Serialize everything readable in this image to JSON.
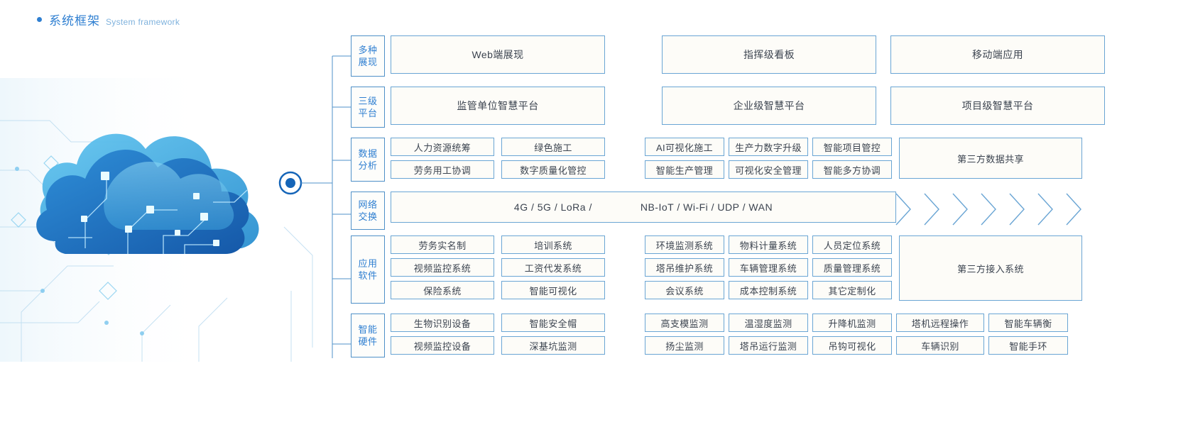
{
  "heading": {
    "bullet": "bullet-dot",
    "title_cn": "系统框架",
    "title_en": "System framework"
  },
  "rows": [
    {
      "tag": [
        "多种",
        "展现"
      ],
      "kind": "triple",
      "items": [
        "Web端展现",
        "指挥级看板",
        "移动端应用"
      ]
    },
    {
      "tag": [
        "三级",
        "平台"
      ],
      "kind": "triple",
      "items": [
        "监管单位智慧平台",
        "企业级智慧平台",
        "项目级智慧平台"
      ]
    },
    {
      "tag": [
        "数据",
        "分析"
      ],
      "kind": "grid2",
      "left": [
        [
          "人力资源统筹",
          "绿色施工"
        ],
        [
          "劳务用工协调",
          "数字质量化管控"
        ]
      ],
      "right": [
        [
          "AI可视化施工",
          "生产力数字升级",
          "智能项目管控"
        ],
        [
          "智能生产管理",
          "可视化安全管理",
          "智能多方协调"
        ]
      ],
      "tall": "第三方数据共享"
    },
    {
      "tag": [
        "网络",
        "交换"
      ],
      "kind": "network",
      "segments": [
        "4G / 5G / LoRa /",
        "NB-IoT / Wi-Fi / UDP / WAN"
      ],
      "chevron_count": 7
    },
    {
      "tag": [
        "应用",
        "软件"
      ],
      "kind": "grid3",
      "left": [
        [
          "劳务实名制",
          "培训系统"
        ],
        [
          "视频监控系统",
          "工资代发系统"
        ],
        [
          "保险系统",
          "智能可视化"
        ]
      ],
      "right": [
        [
          "环境监测系统",
          "物料计量系统",
          "人员定位系统"
        ],
        [
          "塔吊维护系统",
          "车辆管理系统",
          "质量管理系统"
        ],
        [
          "会议系统",
          "成本控制系统",
          "其它定制化"
        ]
      ],
      "tall": "第三方接入系统"
    },
    {
      "tag": [
        "智能",
        "硬件"
      ],
      "kind": "grid-hw",
      "left": [
        [
          "生物识别设备",
          "智能安全帽"
        ],
        [
          "视频监控设备",
          "深基坑监测"
        ]
      ],
      "right": [
        [
          "高支模监测",
          "温湿度监测",
          "升降机监测",
          "塔机远程操作",
          "智能车辆衡"
        ],
        [
          "扬尘监测",
          "塔吊运行监测",
          "吊钩可视化",
          "车辆识别",
          "智能手环"
        ]
      ]
    }
  ],
  "colors": {
    "accent": "#2f7fd1",
    "box_border": "#6aa5d4",
    "tag_border": "#4f90c8",
    "text": "#3c4450",
    "box_bg": "#fdfcf8",
    "cloud_light": "#55b4e8",
    "cloud_dark": "#1f6fc0"
  }
}
